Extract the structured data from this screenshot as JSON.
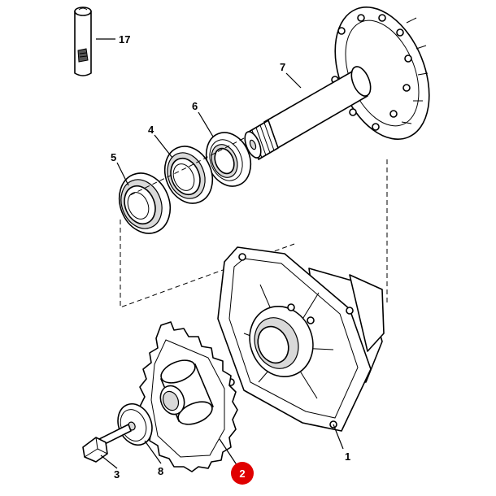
{
  "callouts": {
    "c1": "1",
    "c2": "2",
    "c3": "3",
    "c4": "4",
    "c5": "5",
    "c6": "6",
    "c7": "7",
    "c8": "8",
    "c17": "17"
  },
  "highlight": {
    "callout": "2",
    "color": "#e00000"
  }
}
